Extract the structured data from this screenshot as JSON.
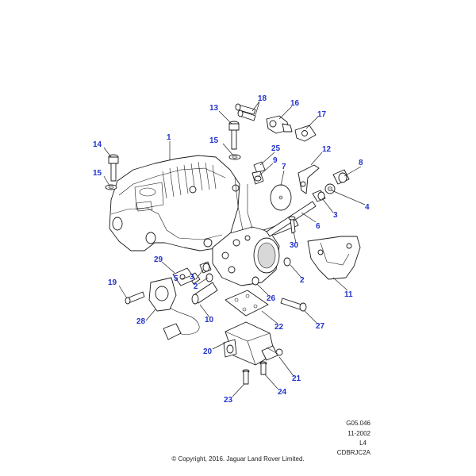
{
  "callouts": [
    "1",
    "2",
    "2",
    "2",
    "3",
    "3",
    "4",
    "5",
    "6",
    "7",
    "8",
    "9",
    "10",
    "11",
    "12",
    "13",
    "14",
    "15",
    "15",
    "16",
    "17",
    "18",
    "19",
    "20",
    "21",
    "22",
    "23",
    "24",
    "25",
    "26",
    "27",
    "28",
    "29",
    "30"
  ],
  "reference": {
    "figure_code": "G05.046",
    "date": "11-2002",
    "level": "L4",
    "drawing_id": "CDBRJC2A"
  },
  "copyright": "© Copyright, 2016. Jaguar Land Rover Limited.",
  "colors": {
    "callout": "#2233cc",
    "line": "#1a1a1a",
    "background": "#ffffff"
  }
}
